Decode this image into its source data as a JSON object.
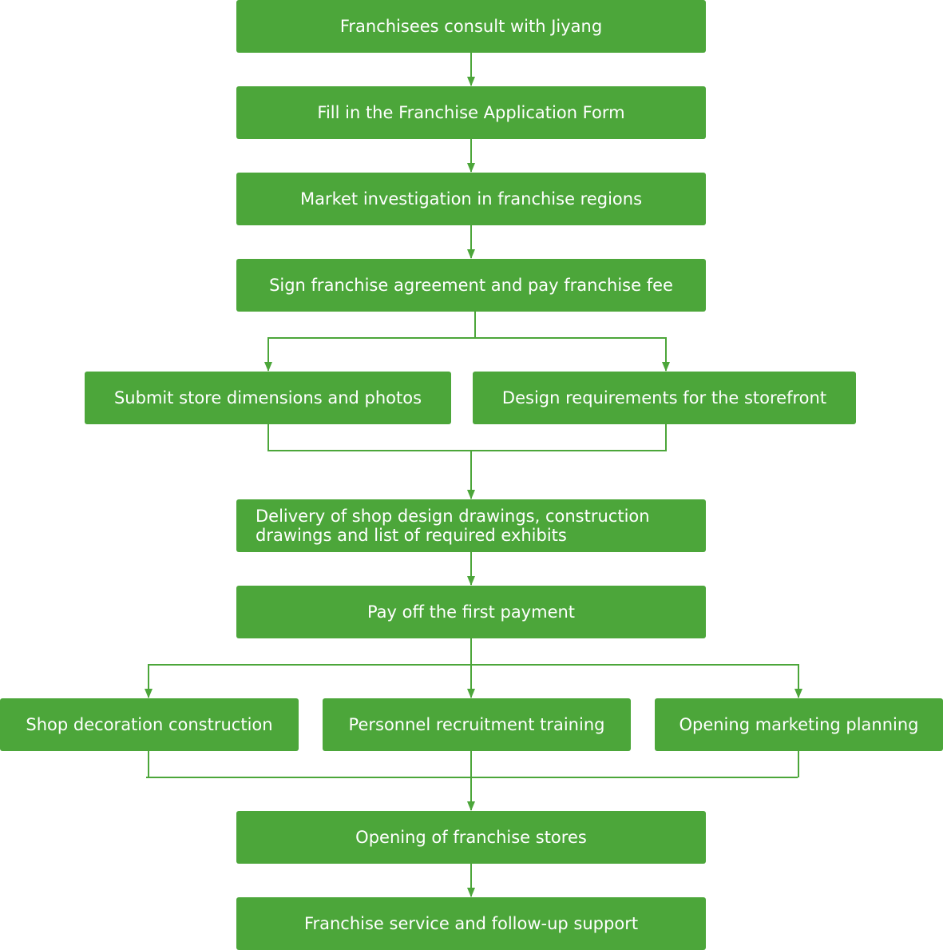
{
  "colors": {
    "node_fill": "#4ca63a",
    "connector": "#4ca63a",
    "text": "#ffffff"
  },
  "steps": {
    "consult": "Franchisees consult with Jiyang",
    "application_form": "Fill in the Franchise Application Form",
    "market_investigation": "Market investigation in franchise regions",
    "sign_agreement": "Sign franchise agreement and pay franchise fee",
    "submit_dimensions": "Submit store dimensions and photos",
    "design_requirements": "Design requirements for the storefront",
    "delivery_drawings_line1": "Delivery of shop design drawings, construction",
    "delivery_drawings_line2": "drawings and list of required exhibits",
    "first_payment": "Pay off the first payment",
    "decoration_construction": "Shop decoration construction",
    "recruitment_training": "Personnel recruitment training",
    "marketing_planning": "Opening marketing planning",
    "opening_stores": "Opening of franchise stores",
    "follow_up_support": "Franchise service and follow-up support"
  }
}
